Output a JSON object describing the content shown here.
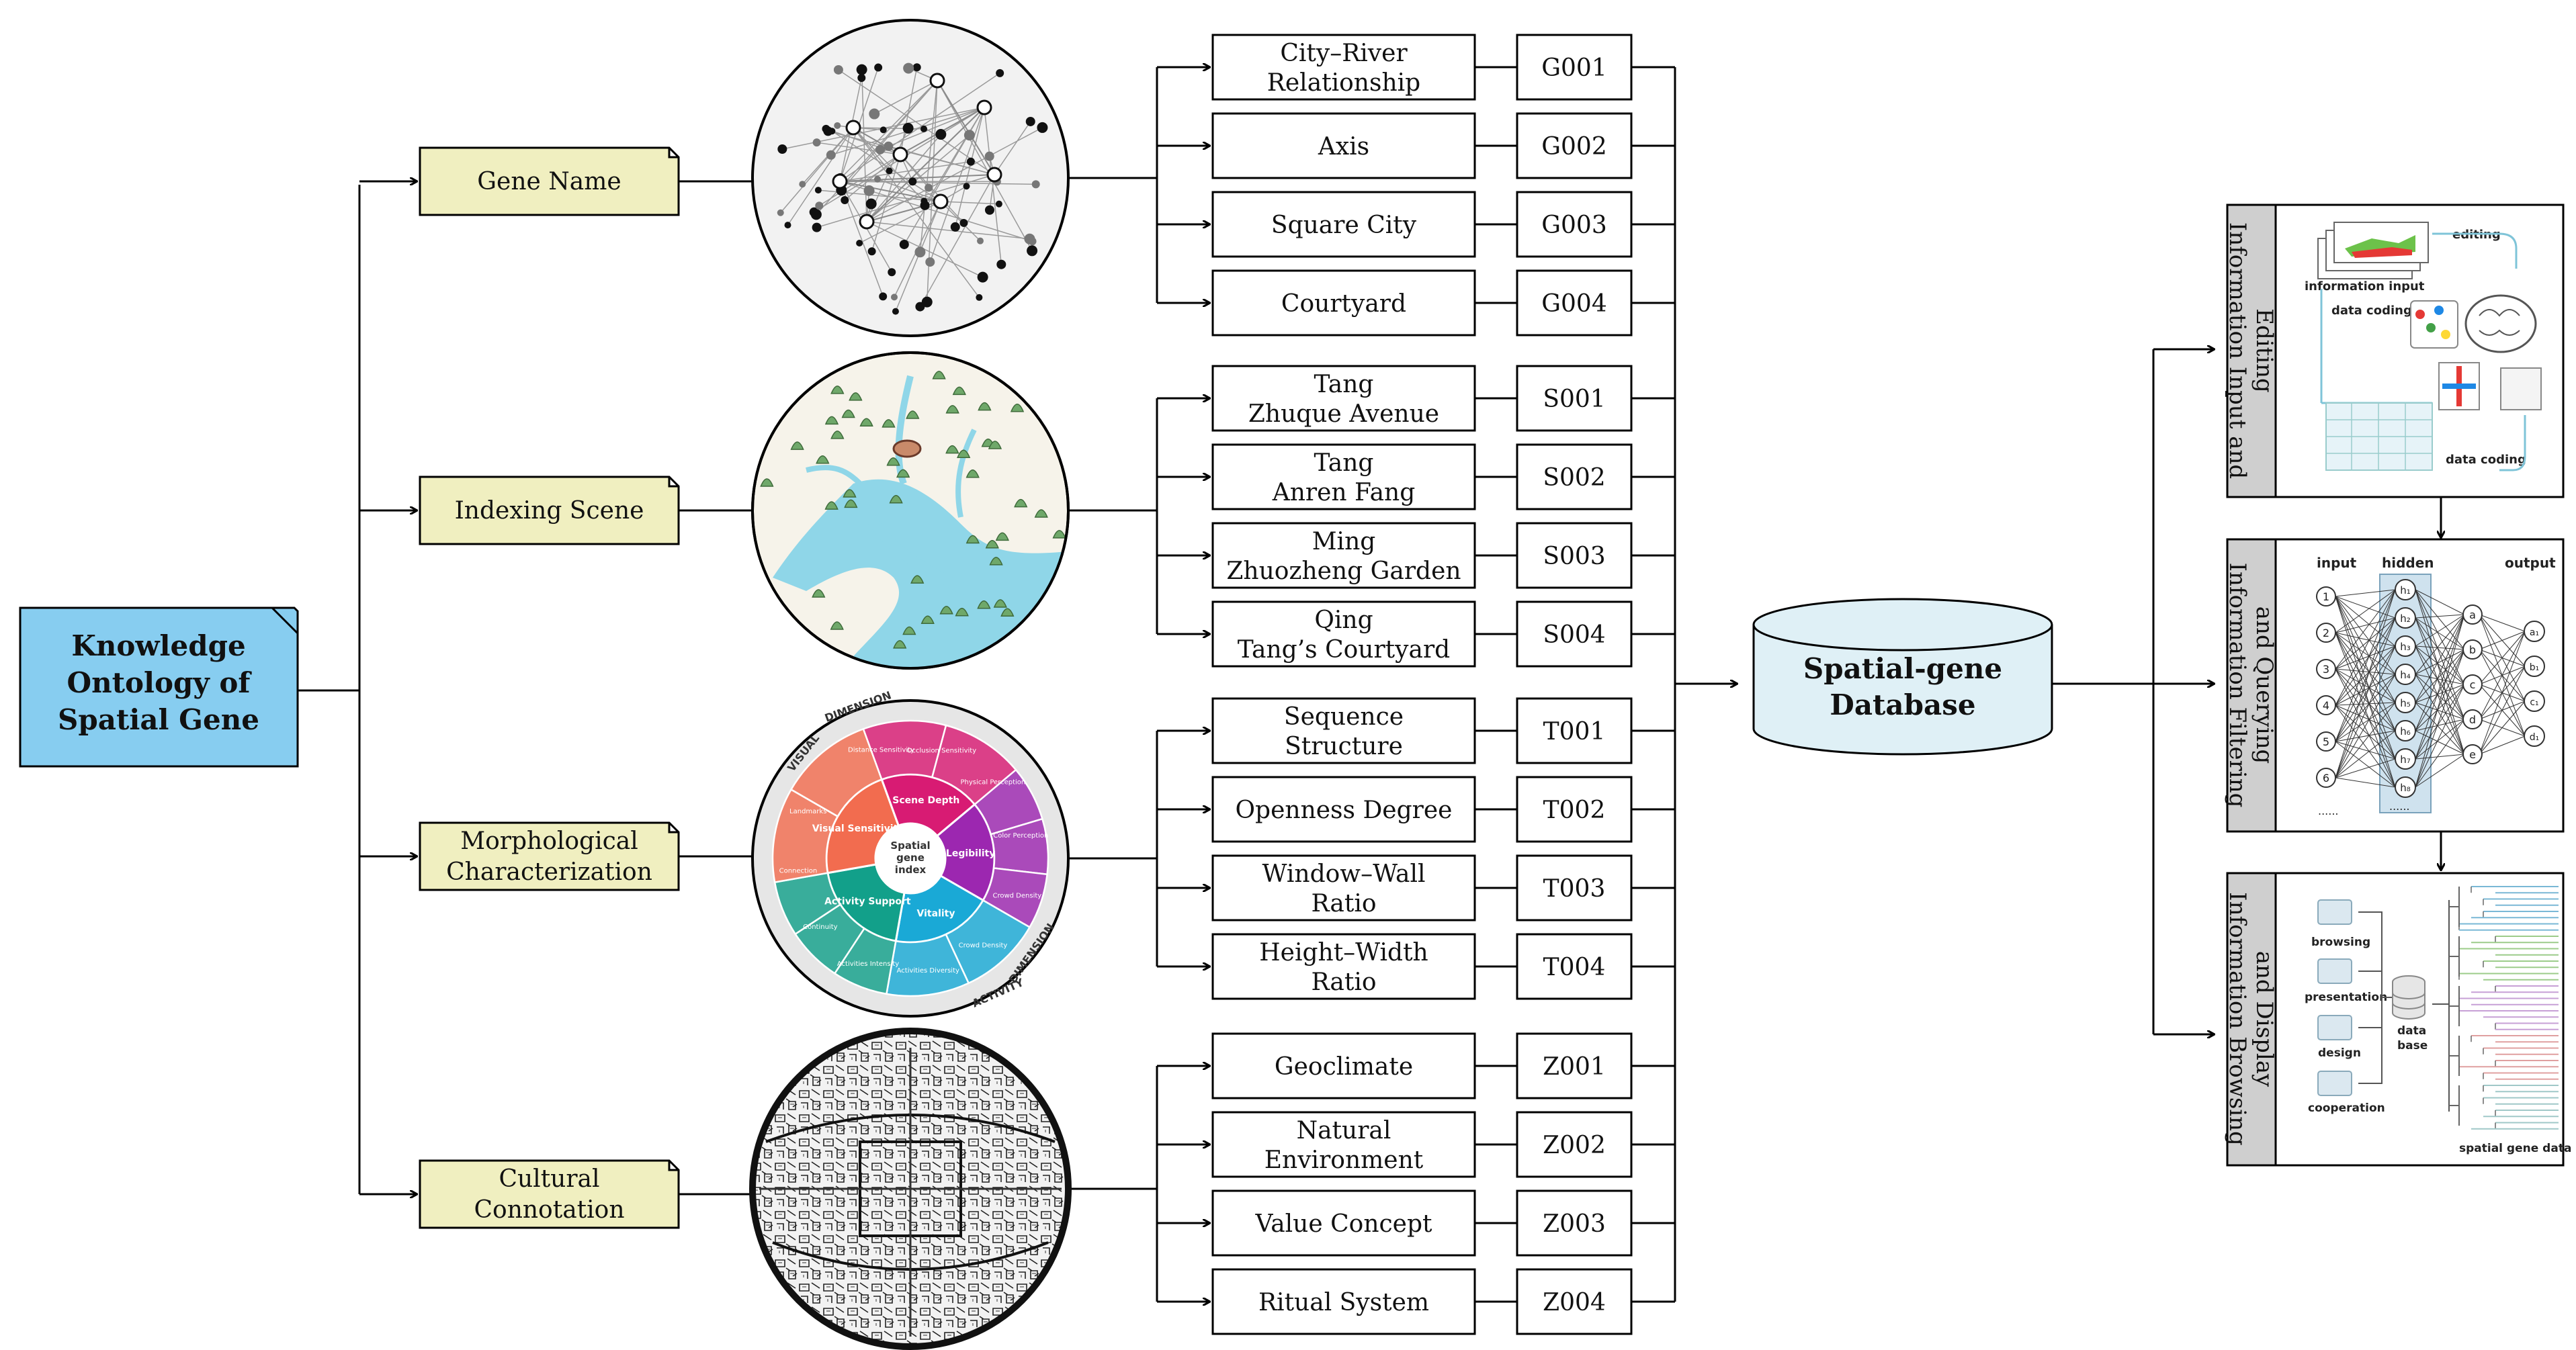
{
  "root": {
    "lines": [
      "Knowledge",
      "Ontology of",
      "Spatial Gene"
    ],
    "fill": "#87cdf0"
  },
  "categories": [
    {
      "lines": [
        "Gene Name"
      ]
    },
    {
      "lines": [
        "Indexing Scene"
      ]
    },
    {
      "lines": [
        "Morphological",
        "Characterization"
      ]
    },
    {
      "lines": [
        "Cultural",
        "Connotation"
      ]
    }
  ],
  "category_fill": "#f0efc0",
  "genes": [
    {
      "name": [
        "City–River",
        "Relationship"
      ],
      "code": "G001"
    },
    {
      "name": [
        "Axis"
      ],
      "code": "G002"
    },
    {
      "name": [
        "Square City"
      ],
      "code": "G003"
    },
    {
      "name": [
        "Courtyard"
      ],
      "code": "G004"
    },
    {
      "name": [
        "Tang",
        "Zhuque Avenue"
      ],
      "code": "S001"
    },
    {
      "name": [
        "Tang",
        "Anren Fang"
      ],
      "code": "S002"
    },
    {
      "name": [
        "Ming",
        "Zhuozheng Garden"
      ],
      "code": "S003"
    },
    {
      "name": [
        "Qing",
        "Tang’s Courtyard"
      ],
      "code": "S004"
    },
    {
      "name": [
        "Sequence",
        "Structure"
      ],
      "code": "T001"
    },
    {
      "name": [
        "Openness Degree"
      ],
      "code": "T002"
    },
    {
      "name": [
        "Window–Wall",
        "Ratio"
      ],
      "code": "T003"
    },
    {
      "name": [
        "Height–Width",
        "Ratio"
      ],
      "code": "T004"
    },
    {
      "name": [
        "Geoclimate"
      ],
      "code": "Z001"
    },
    {
      "name": [
        "Natural",
        "Environment"
      ],
      "code": "Z002"
    },
    {
      "name": [
        "Value Concept"
      ],
      "code": "Z003"
    },
    {
      "name": [
        "Ritual System"
      ],
      "code": "Z004"
    }
  ],
  "database": {
    "lines": [
      "Spatial-gene",
      "Database"
    ],
    "fill": "#dff0f6"
  },
  "panels": [
    {
      "title": [
        "Information Input and",
        "Editing"
      ]
    },
    {
      "title": [
        "Information Filtering",
        "and Querying"
      ]
    },
    {
      "title": [
        "Information Browsing",
        "and Display"
      ]
    }
  ],
  "panel1": {
    "info_input": "information input",
    "editing": "editing",
    "data_coding_1": "data coding",
    "data_coding_2": "data coding"
  },
  "panel2": {
    "input": "input",
    "hidden": "hidden",
    "output": "output",
    "inputs": [
      "1",
      "2",
      "3",
      "4",
      "5",
      "6"
    ],
    "input_more": "......",
    "hiddens": [
      "h₁",
      "h₂",
      "h₃",
      "h₄",
      "h₅",
      "h₆",
      "h₇",
      "h₈"
    ],
    "hidden_more": "......",
    "outs1": [
      "a",
      "b",
      "c",
      "d",
      "e"
    ],
    "outs2": [
      "a₁",
      "b₁",
      "c₁",
      "d₁"
    ]
  },
  "panel3": {
    "items": [
      "browsing",
      "presentation",
      "design",
      "cooperation"
    ],
    "data_base": [
      "data",
      "base"
    ],
    "spatial_gene_data": "spatial gene data"
  },
  "wheel": {
    "center": [
      "Spatial",
      "gene",
      "index"
    ],
    "dims": [
      "VISUAL",
      "DIMENSION",
      "ACTIVITY",
      "DIMENSION"
    ],
    "sectors": [
      {
        "name": "Scene Depth",
        "color": "#d81b73"
      },
      {
        "name": "Legibility",
        "color": "#9c27b0"
      },
      {
        "name": "Vitality",
        "color": "#1aa9d6"
      },
      {
        "name": "Activity Support",
        "color": "#12a08a"
      },
      {
        "name": "Visual Sensitivity",
        "color": "#f26c4f"
      }
    ],
    "outer_labels": [
      "Distance Sensitivity",
      "Occlusion Sensitivity",
      "Physical Perception",
      "Color Perception",
      "Crowd Density",
      "Crowd Density",
      "Activities Diversity",
      "Activities Intensity",
      "Continuity",
      "Connection",
      "Landmarks"
    ]
  }
}
